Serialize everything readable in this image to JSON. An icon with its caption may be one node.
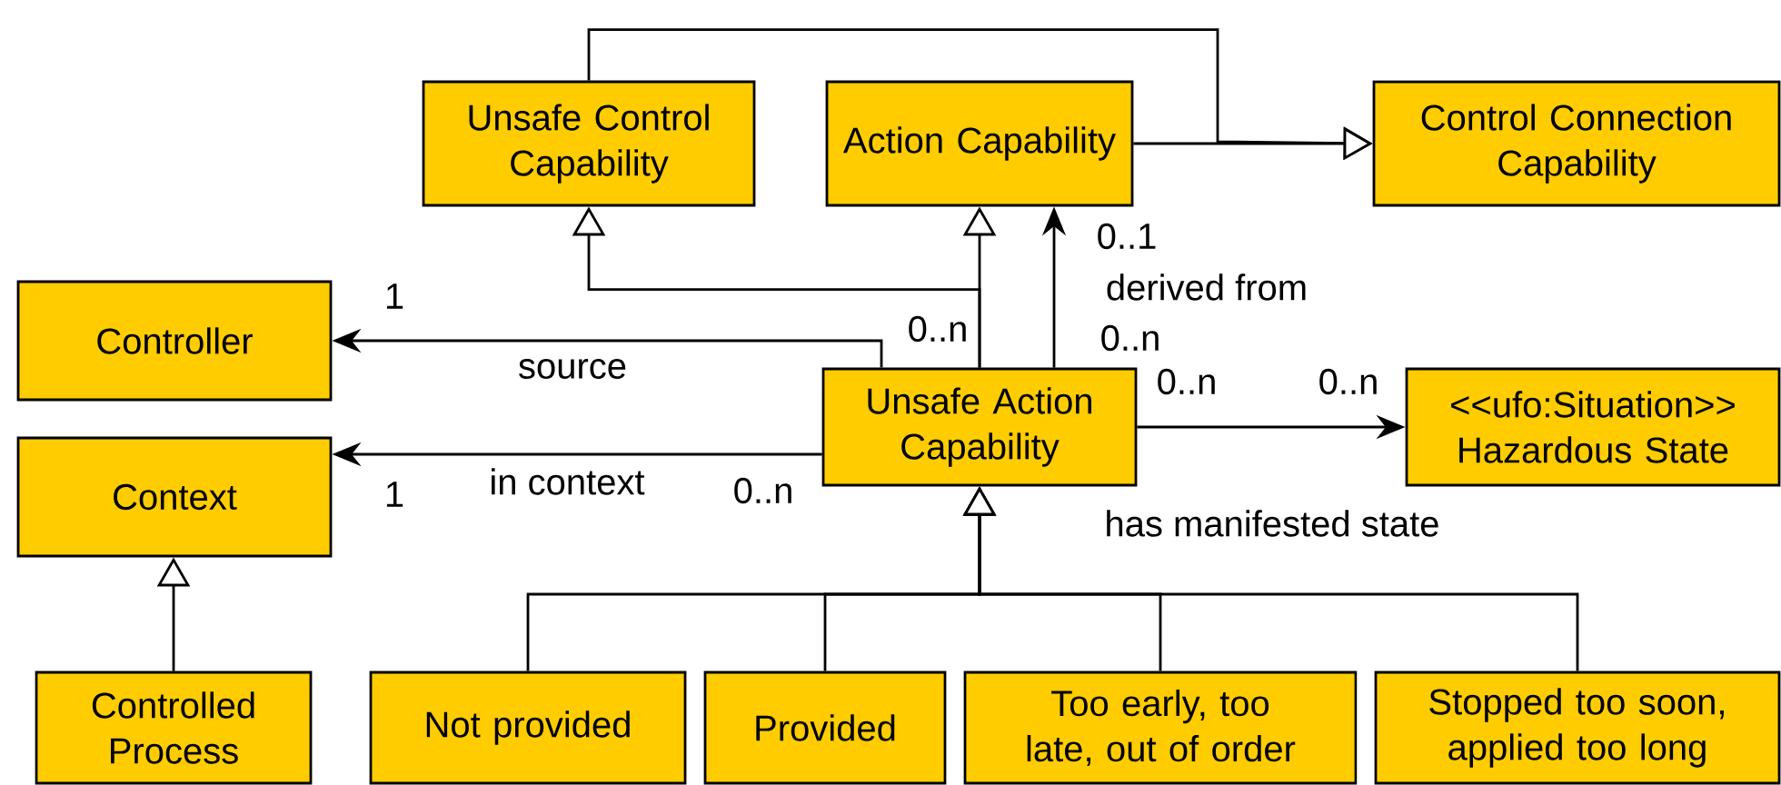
{
  "diagram": {
    "nodes": [
      {
        "text": [
          "Unsafe Control Capability"
        ]
      },
      {
        "text": [
          "Action Capability"
        ]
      },
      {
        "text": [
          "Control Connection Capability"
        ]
      },
      {
        "text": [
          "Controller"
        ]
      },
      {
        "text": [
          "Context"
        ]
      },
      {
        "text": [
          "Unsafe Action Capability"
        ]
      },
      {
        "text": [
          "<<ufo:Situation>>",
          "Hazardous State"
        ]
      },
      {
        "text": [
          "Controlled Process"
        ]
      },
      {
        "text": [
          "Not provided"
        ]
      },
      {
        "text": [
          "Provided"
        ]
      },
      {
        "text": [
          "Too early, too late, out of order"
        ]
      },
      {
        "text": [
          "Stopped too soon, applied too long"
        ]
      }
    ],
    "edges": [
      {
        "from": 5,
        "to": 0,
        "arrow": "to"
      },
      {
        "from": 5,
        "to": 1,
        "arrow": "to"
      },
      {
        "from": 5,
        "to": 1,
        "arrow": "to",
        "label": "derived from"
      },
      {
        "from": 5,
        "to": 3,
        "arrow": "to",
        "label": "source"
      },
      {
        "from": 5,
        "to": 4,
        "arrow": "to",
        "label": "in context"
      },
      {
        "from": 5,
        "to": 6,
        "arrow": "to",
        "label": "has manifested state"
      },
      {
        "from": 0,
        "to": 2,
        "arrow": "to"
      },
      {
        "from": 1,
        "to": 2,
        "arrow": "to"
      },
      {
        "from": 8,
        "to": 5,
        "arrow": "to"
      },
      {
        "from": 9,
        "to": 5,
        "arrow": "to"
      },
      {
        "from": 10,
        "to": 5,
        "arrow": "to"
      },
      {
        "from": 11,
        "to": 5,
        "arrow": "to"
      },
      {
        "from": 7,
        "to": 4,
        "arrow": "to"
      }
    ],
    "labels": [
      "1",
      "0..n",
      "0..1",
      "0..n",
      "0..n",
      "0..n",
      "1",
      "0..n"
    ]
  }
}
